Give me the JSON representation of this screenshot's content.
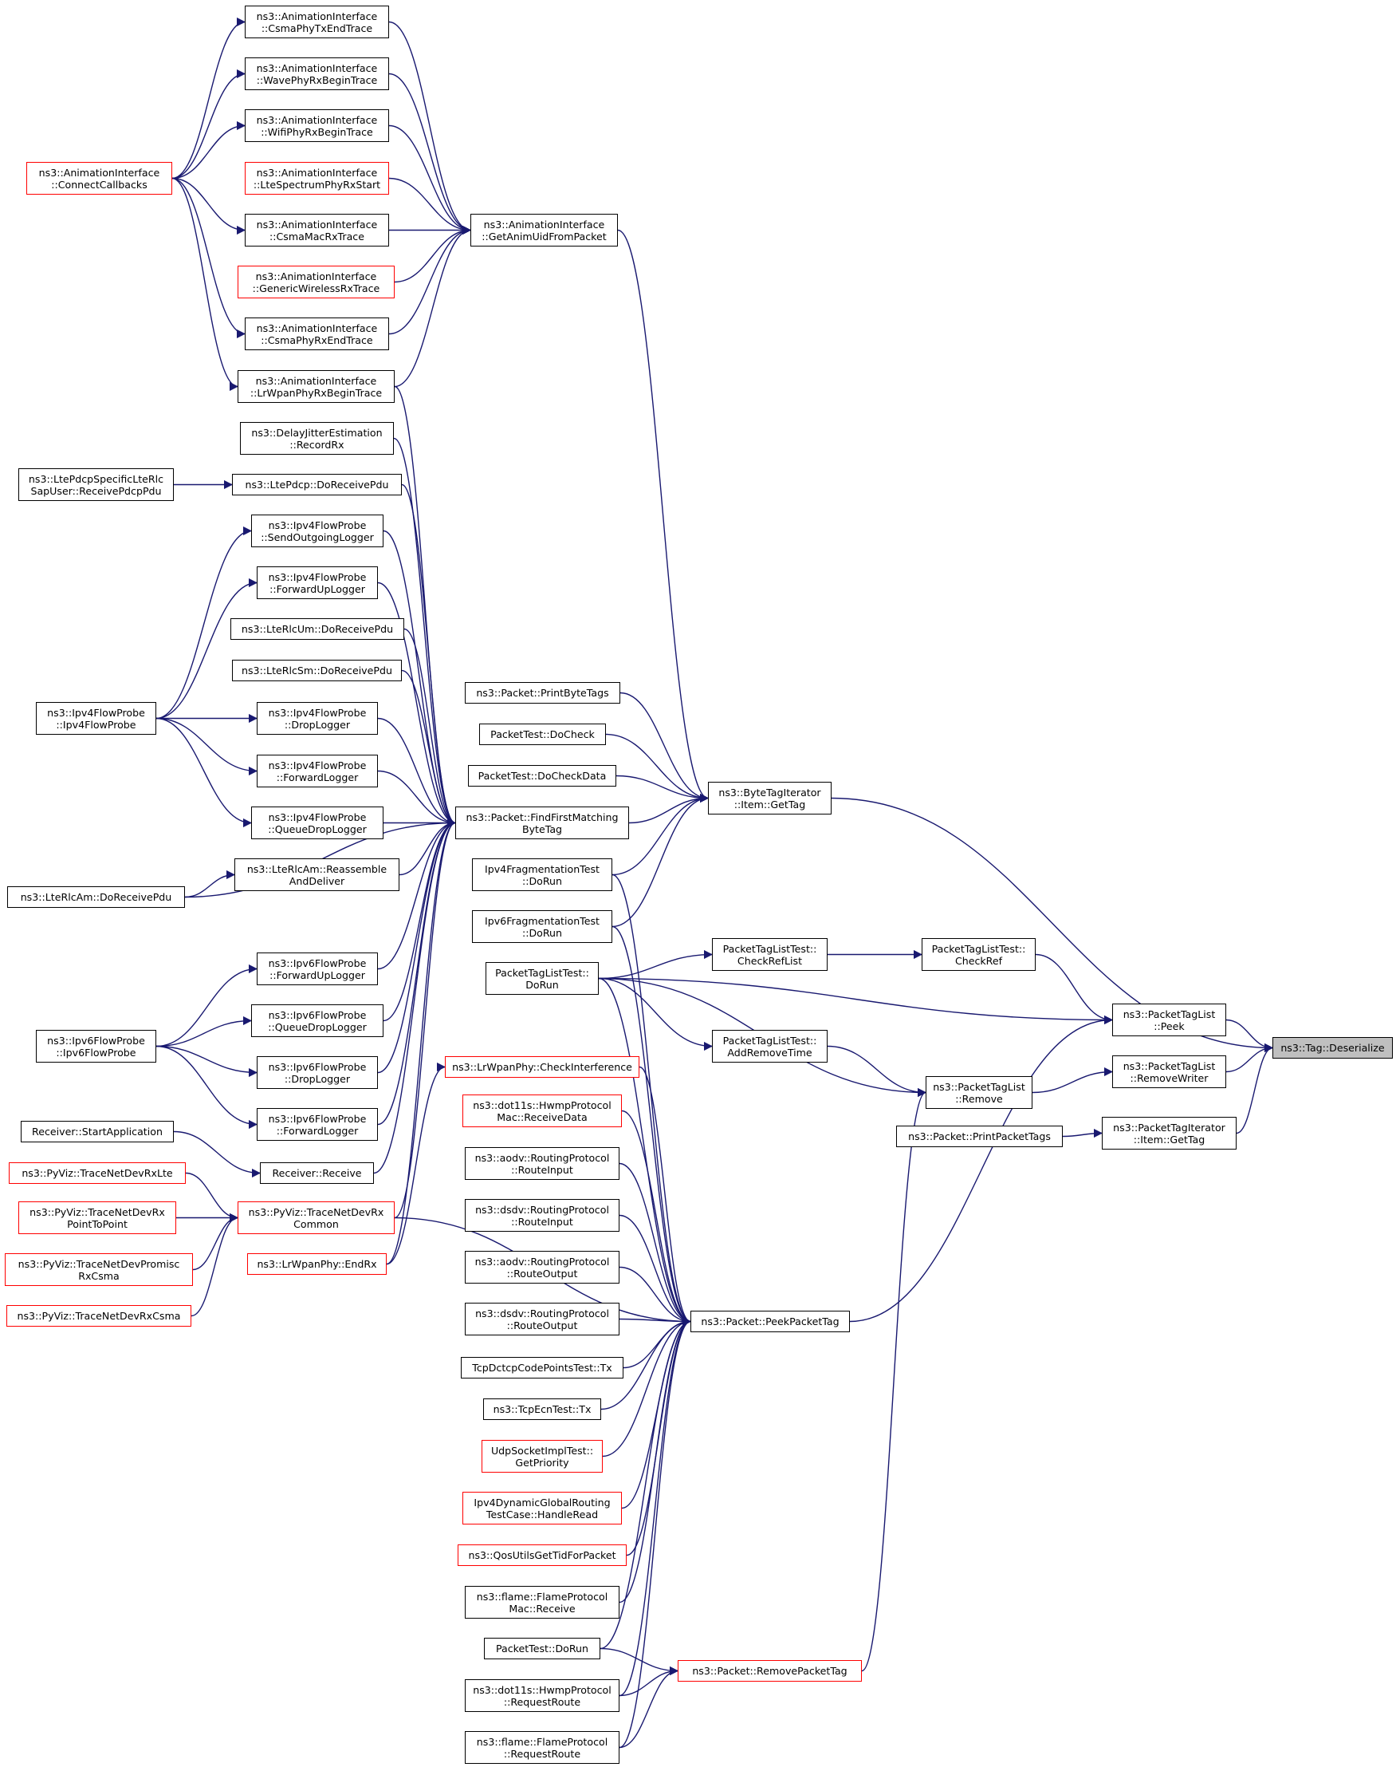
{
  "nodes": [
    {
      "id": "n1",
      "label": "ns3::AnimationInterface\n::CsmaPhyTxEndTrace",
      "red": false
    },
    {
      "id": "n2",
      "label": "ns3::AnimationInterface\n::WavePhyRxBeginTrace",
      "red": false
    },
    {
      "id": "n3",
      "label": "ns3::AnimationInterface\n::WifiPhyRxBeginTrace",
      "red": false
    },
    {
      "id": "n4",
      "label": "ns3::AnimationInterface\n::LteSpectrumPhyRxStart",
      "red": true
    },
    {
      "id": "n5",
      "label": "ns3::AnimationInterface\n::CsmaMacRxTrace",
      "red": false
    },
    {
      "id": "n6",
      "label": "ns3::AnimationInterface\n::GenericWirelessRxTrace",
      "red": true
    },
    {
      "id": "n7",
      "label": "ns3::AnimationInterface\n::CsmaPhyRxEndTrace",
      "red": false
    },
    {
      "id": "n8",
      "label": "ns3::AnimationInterface\n::LrWpanPhyRxBeginTrace",
      "red": false
    },
    {
      "id": "n9",
      "label": "ns3::AnimationInterface\n::ConnectCallbacks",
      "red": true
    },
    {
      "id": "n10",
      "label": "ns3::AnimationInterface\n::GetAnimUidFromPacket",
      "red": false
    },
    {
      "id": "n11",
      "label": "ns3::DelayJitterEstimation\n::RecordRx",
      "red": false
    },
    {
      "id": "n12",
      "label": "ns3::LtePdcpSpecificLteRlc\nSapUser::ReceivePdcpPdu",
      "red": false
    },
    {
      "id": "n13",
      "label": "ns3::LtePdcp::DoReceivePdu",
      "red": false
    },
    {
      "id": "n14",
      "label": "ns3::Ipv4FlowProbe\n::SendOutgoingLogger",
      "red": false
    },
    {
      "id": "n15",
      "label": "ns3::Ipv4FlowProbe\n::ForwardUpLogger",
      "red": false
    },
    {
      "id": "n16",
      "label": "ns3::LteRlcUm::DoReceivePdu",
      "red": false
    },
    {
      "id": "n17",
      "label": "ns3::LteRlcSm::DoReceivePdu",
      "red": false
    },
    {
      "id": "n18",
      "label": "ns3::Ipv4FlowProbe\n::Ipv4FlowProbe",
      "red": false
    },
    {
      "id": "n19",
      "label": "ns3::Ipv4FlowProbe\n::DropLogger",
      "red": false
    },
    {
      "id": "n20",
      "label": "ns3::Ipv4FlowProbe\n::ForwardLogger",
      "red": false
    },
    {
      "id": "n21",
      "label": "ns3::Ipv4FlowProbe\n::QueueDropLogger",
      "red": false
    },
    {
      "id": "n22",
      "label": "ns3::LteRlcAm::Reassemble\nAndDeliver",
      "red": false
    },
    {
      "id": "n23",
      "label": "ns3::LteRlcAm::DoReceivePdu",
      "red": false
    },
    {
      "id": "n24",
      "label": "ns3::Ipv6FlowProbe\n::ForwardUpLogger",
      "red": false
    },
    {
      "id": "n25",
      "label": "ns3::Ipv6FlowProbe\n::QueueDropLogger",
      "red": false
    },
    {
      "id": "n26",
      "label": "ns3::Ipv6FlowProbe\n::Ipv6FlowProbe",
      "red": false
    },
    {
      "id": "n27",
      "label": "ns3::Ipv6FlowProbe\n::DropLogger",
      "red": false
    },
    {
      "id": "n28",
      "label": "ns3::Ipv6FlowProbe\n::ForwardLogger",
      "red": false
    },
    {
      "id": "n29",
      "label": "Receiver::StartApplication",
      "red": false
    },
    {
      "id": "n30",
      "label": "Receiver::Receive",
      "red": false
    },
    {
      "id": "n31",
      "label": "ns3::PyViz::TraceNetDevRxLte",
      "red": true
    },
    {
      "id": "n32",
      "label": "ns3::PyViz::TraceNetDevRx\nPointToPoint",
      "red": true
    },
    {
      "id": "n33",
      "label": "ns3::PyViz::TraceNetDevRx\nCommon",
      "red": true
    },
    {
      "id": "n34",
      "label": "ns3::PyViz::TraceNetDevPromisc\nRxCsma",
      "red": true
    },
    {
      "id": "n35",
      "label": "ns3::PyViz::TraceNetDevRxCsma",
      "red": true
    },
    {
      "id": "n36",
      "label": "ns3::LrWpanPhy::EndRx",
      "red": true
    },
    {
      "id": "n37",
      "label": "ns3::Packet::PrintByteTags",
      "red": false
    },
    {
      "id": "n38",
      "label": "PacketTest::DoCheck",
      "red": false
    },
    {
      "id": "n39",
      "label": "PacketTest::DoCheckData",
      "red": false
    },
    {
      "id": "n40",
      "label": "ns3::Packet::FindFirstMatching\nByteTag",
      "red": false
    },
    {
      "id": "n41",
      "label": "Ipv4FragmentationTest\n::DoRun",
      "red": false
    },
    {
      "id": "n42",
      "label": "Ipv6FragmentationTest\n::DoRun",
      "red": false
    },
    {
      "id": "n43",
      "label": "PacketTagListTest::\nDoRun",
      "red": false
    },
    {
      "id": "n44",
      "label": "ns3::LrWpanPhy::CheckInterference",
      "red": true
    },
    {
      "id": "n45",
      "label": "ns3::dot11s::HwmpProtocol\nMac::ReceiveData",
      "red": true
    },
    {
      "id": "n46",
      "label": "ns3::aodv::RoutingProtocol\n::RouteInput",
      "red": false
    },
    {
      "id": "n47",
      "label": "ns3::dsdv::RoutingProtocol\n::RouteInput",
      "red": false
    },
    {
      "id": "n48",
      "label": "ns3::aodv::RoutingProtocol\n::RouteOutput",
      "red": false
    },
    {
      "id": "n49",
      "label": "ns3::dsdv::RoutingProtocol\n::RouteOutput",
      "red": false
    },
    {
      "id": "n50",
      "label": "TcpDctcpCodePointsTest::Tx",
      "red": false
    },
    {
      "id": "n51",
      "label": "ns3::TcpEcnTest::Tx",
      "red": false
    },
    {
      "id": "n52",
      "label": "UdpSocketImplTest::\nGetPriority",
      "red": true
    },
    {
      "id": "n53",
      "label": "Ipv4DynamicGlobalRouting\nTestCase::HandleRead",
      "red": true
    },
    {
      "id": "n54",
      "label": "ns3::QosUtilsGetTidForPacket",
      "red": true
    },
    {
      "id": "n55",
      "label": "ns3::flame::FlameProtocol\nMac::Receive",
      "red": false
    },
    {
      "id": "n56",
      "label": "PacketTest::DoRun",
      "red": false
    },
    {
      "id": "n57",
      "label": "ns3::dot11s::HwmpProtocol\n::RequestRoute",
      "red": false
    },
    {
      "id": "n58",
      "label": "ns3::flame::FlameProtocol\n::RequestRoute",
      "red": false
    },
    {
      "id": "n59",
      "label": "ns3::ByteTagIterator\n::Item::GetTag",
      "red": false
    },
    {
      "id": "n60",
      "label": "PacketTagListTest::\nCheckRefList",
      "red": false
    },
    {
      "id": "n61",
      "label": "PacketTagListTest::\nCheckRef",
      "red": false
    },
    {
      "id": "n62",
      "label": "PacketTagListTest::\nAddRemoveTime",
      "red": false
    },
    {
      "id": "n63",
      "label": "ns3::Packet::PeekPacketTag",
      "red": false
    },
    {
      "id": "n64",
      "label": "ns3::Packet::RemovePacketTag",
      "red": true
    },
    {
      "id": "n65",
      "label": "ns3::PacketTagList\n::Peek",
      "red": false
    },
    {
      "id": "n66",
      "label": "ns3::PacketTagList\n::Remove",
      "red": false
    },
    {
      "id": "n67",
      "label": "ns3::PacketTagList\n::RemoveWriter",
      "red": false
    },
    {
      "id": "n68",
      "label": "ns3::Packet::PrintPacketTags",
      "red": false
    },
    {
      "id": "n69",
      "label": "ns3::PacketTagIterator\n::Item::GetTag",
      "red": false
    },
    {
      "id": "n70",
      "label": "ns3::Tag::Deserialize",
      "red": false,
      "highlight": true
    }
  ],
  "edges": [
    [
      "n9",
      "n1"
    ],
    [
      "n9",
      "n2"
    ],
    [
      "n9",
      "n3"
    ],
    [
      "n9",
      "n5"
    ],
    [
      "n9",
      "n7"
    ],
    [
      "n9",
      "n8"
    ],
    [
      "n1",
      "n10"
    ],
    [
      "n2",
      "n10"
    ],
    [
      "n3",
      "n10"
    ],
    [
      "n4",
      "n10"
    ],
    [
      "n5",
      "n10"
    ],
    [
      "n6",
      "n10"
    ],
    [
      "n7",
      "n10"
    ],
    [
      "n8",
      "n10"
    ],
    [
      "n12",
      "n13"
    ],
    [
      "n18",
      "n14"
    ],
    [
      "n18",
      "n15"
    ],
    [
      "n18",
      "n19"
    ],
    [
      "n18",
      "n20"
    ],
    [
      "n18",
      "n21"
    ],
    [
      "n23",
      "n22"
    ],
    [
      "n26",
      "n24"
    ],
    [
      "n26",
      "n25"
    ],
    [
      "n26",
      "n27"
    ],
    [
      "n26",
      "n28"
    ],
    [
      "n29",
      "n30"
    ],
    [
      "n31",
      "n33"
    ],
    [
      "n32",
      "n33"
    ],
    [
      "n34",
      "n33"
    ],
    [
      "n35",
      "n33"
    ],
    [
      "n8",
      "n40"
    ],
    [
      "n11",
      "n40"
    ],
    [
      "n13",
      "n40"
    ],
    [
      "n14",
      "n40"
    ],
    [
      "n15",
      "n40"
    ],
    [
      "n16",
      "n40"
    ],
    [
      "n17",
      "n40"
    ],
    [
      "n19",
      "n40"
    ],
    [
      "n20",
      "n40"
    ],
    [
      "n21",
      "n40"
    ],
    [
      "n22",
      "n40"
    ],
    [
      "n23",
      "n40"
    ],
    [
      "n24",
      "n40"
    ],
    [
      "n25",
      "n40"
    ],
    [
      "n27",
      "n40"
    ],
    [
      "n28",
      "n40"
    ],
    [
      "n30",
      "n40"
    ],
    [
      "n33",
      "n40"
    ],
    [
      "n36",
      "n40"
    ],
    [
      "n36",
      "n44"
    ],
    [
      "n10",
      "n59"
    ],
    [
      "n37",
      "n59"
    ],
    [
      "n38",
      "n59"
    ],
    [
      "n39",
      "n59"
    ],
    [
      "n40",
      "n59"
    ],
    [
      "n41",
      "n59"
    ],
    [
      "n42",
      "n59"
    ],
    [
      "n43",
      "n60"
    ],
    [
      "n60",
      "n61"
    ],
    [
      "n61",
      "n65"
    ],
    [
      "n43",
      "n65"
    ],
    [
      "n43",
      "n62"
    ],
    [
      "n62",
      "n66"
    ],
    [
      "n43",
      "n66"
    ],
    [
      "n33",
      "n63"
    ],
    [
      "n41",
      "n63"
    ],
    [
      "n42",
      "n63"
    ],
    [
      "n43",
      "n63"
    ],
    [
      "n44",
      "n63"
    ],
    [
      "n45",
      "n63"
    ],
    [
      "n46",
      "n63"
    ],
    [
      "n47",
      "n63"
    ],
    [
      "n48",
      "n63"
    ],
    [
      "n49",
      "n63"
    ],
    [
      "n50",
      "n63"
    ],
    [
      "n51",
      "n63"
    ],
    [
      "n52",
      "n63"
    ],
    [
      "n53",
      "n63"
    ],
    [
      "n54",
      "n63"
    ],
    [
      "n55",
      "n63"
    ],
    [
      "n56",
      "n63"
    ],
    [
      "n57",
      "n63"
    ],
    [
      "n58",
      "n63"
    ],
    [
      "n56",
      "n64"
    ],
    [
      "n57",
      "n64"
    ],
    [
      "n58",
      "n64"
    ],
    [
      "n63",
      "n65"
    ],
    [
      "n64",
      "n66"
    ],
    [
      "n66",
      "n67"
    ],
    [
      "n68",
      "n69"
    ],
    [
      "n59",
      "n70"
    ],
    [
      "n65",
      "n70"
    ],
    [
      "n67",
      "n70"
    ],
    [
      "n69",
      "n70"
    ]
  ],
  "colors": {
    "edge": "#191970",
    "node_border": "#000000",
    "caller_border_red": "#ff0000",
    "highlight_fill": "#bfbfbf"
  }
}
